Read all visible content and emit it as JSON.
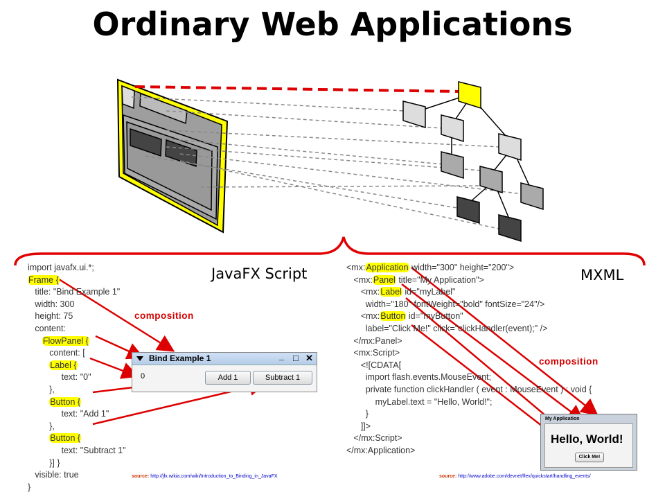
{
  "title": "Ordinary Web Applications",
  "labels": {
    "javafx": "JavaFX Script",
    "mxml": "MXML",
    "composition_left": "composition",
    "composition_right": "composition"
  },
  "javafx_code": [
    {
      "text": "import javafx.ui.*;"
    },
    {
      "pre": "",
      "hl": "Frame {",
      "post": ""
    },
    {
      "text": "   title: \"Bind Example 1\""
    },
    {
      "text": "   width: 300"
    },
    {
      "text": "   height: 75"
    },
    {
      "text": "   content:"
    },
    {
      "pre": "      ",
      "hl": "FlowPanel {",
      "post": ""
    },
    {
      "text": "         content: ["
    },
    {
      "pre": "         ",
      "hl": "Label {",
      "post": ""
    },
    {
      "text": "              text: \"0\""
    },
    {
      "text": "         },"
    },
    {
      "pre": "         ",
      "hl": "Button {",
      "post": ""
    },
    {
      "text": "              text: \"Add 1\""
    },
    {
      "text": "         },"
    },
    {
      "pre": "         ",
      "hl": "Button {",
      "post": ""
    },
    {
      "text": "              text: \"Subtract 1\""
    },
    {
      "text": "         }] }"
    },
    {
      "text": "   visible: true"
    },
    {
      "text": "}"
    }
  ],
  "mxml_code": [
    {
      "pre": "<mx:",
      "hl": "Application",
      "post": " width=\"300\" height=\"200\">"
    },
    {
      "pre": "   <mx:",
      "hl": "Panel",
      "post": " title=\"My Application\">"
    },
    {
      "pre": "      <mx:",
      "hl": "Label",
      "post": " id=\"myLabel\""
    },
    {
      "text": "        width=\"180\" fontWeight=\"bold\" fontSize=\"24\"/>"
    },
    {
      "pre": "      <mx:",
      "hl": "Button",
      "post": " id=\"myButton\""
    },
    {
      "text": "        label=\"Click Me!\" click=\"clickHandler(event);\" />"
    },
    {
      "text": "   </mx:Panel>"
    },
    {
      "text": "   <mx:Script>"
    },
    {
      "text": "      <![CDATA["
    },
    {
      "text": "        import flash.events.MouseEvent;"
    },
    {
      "text": "        private function clickHandler ( event : MouseEvent ) : void {"
    },
    {
      "text": "            myLabel.text = \"Hello, World!\";"
    },
    {
      "text": "        }"
    },
    {
      "text": "      ]]>"
    },
    {
      "text": "   </mx:Script>"
    },
    {
      "text": "</mx:Application>"
    }
  ],
  "fx_window": {
    "title": "Bind Example 1",
    "label": "0",
    "add_button": "Add 1",
    "subtract_button": "Subtract 1",
    "min": "_",
    "max": "□",
    "close": "✕"
  },
  "flex_window": {
    "title": "My Application",
    "label": "Hello, World!",
    "button": "Click Me!"
  },
  "sources": {
    "left_prefix": "source:",
    "left_url": "http://jfx.wikia.com/wiki/Introduction_to_Binding_in_JavaFX",
    "right_prefix": "source:",
    "right_url": "http://www.adobe.com/devnet/flex/quickstart/handling_events/"
  },
  "colors": {
    "highlight": "#ffff00",
    "arrow": "#dd0000",
    "brace": "#e00000",
    "frame_yellow": "#ffff00"
  }
}
